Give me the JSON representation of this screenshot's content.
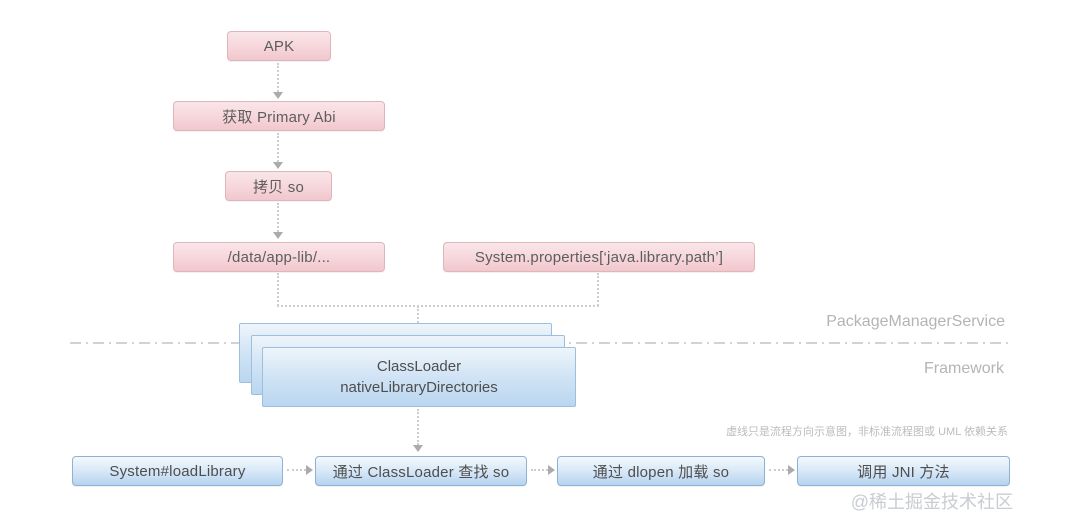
{
  "diagram": {
    "pms_chain": [
      {
        "label": "APK"
      },
      {
        "label": "获取 Primary Abi"
      },
      {
        "label": "拷贝 so"
      },
      {
        "label": "/data/app-lib/..."
      }
    ],
    "system_properties_box": {
      "label": "System.properties[‘java.library.path’]"
    },
    "classloader_stack": {
      "line1": "ClassLoader",
      "line2": "nativeLibraryDirectories"
    },
    "layer_labels": {
      "upper": "PackageManagerService",
      "lower": "Framework"
    },
    "note": "虚线只是流程方向示意图，非标准流程图或 UML 依赖关系",
    "runtime_chain": [
      {
        "label": "System#loadLibrary"
      },
      {
        "label": "通过 ClassLoader 查找 so"
      },
      {
        "label": "通过 dlopen 加载 so"
      },
      {
        "label": "调用 JNI 方法"
      }
    ],
    "watermark": "@稀土掘金技术社区",
    "colors": {
      "pink_box_top": "#f9e6e9",
      "pink_box_bottom": "#f1c7cd",
      "pink_border": "#dfb6bc",
      "blue_box_top": "#f3f9fd",
      "blue_box_bottom": "#b5d3ef",
      "blue_border": "#8db2d6",
      "connector_gray": "#cdcdcd",
      "label_gray": "#b4b4b4"
    }
  }
}
